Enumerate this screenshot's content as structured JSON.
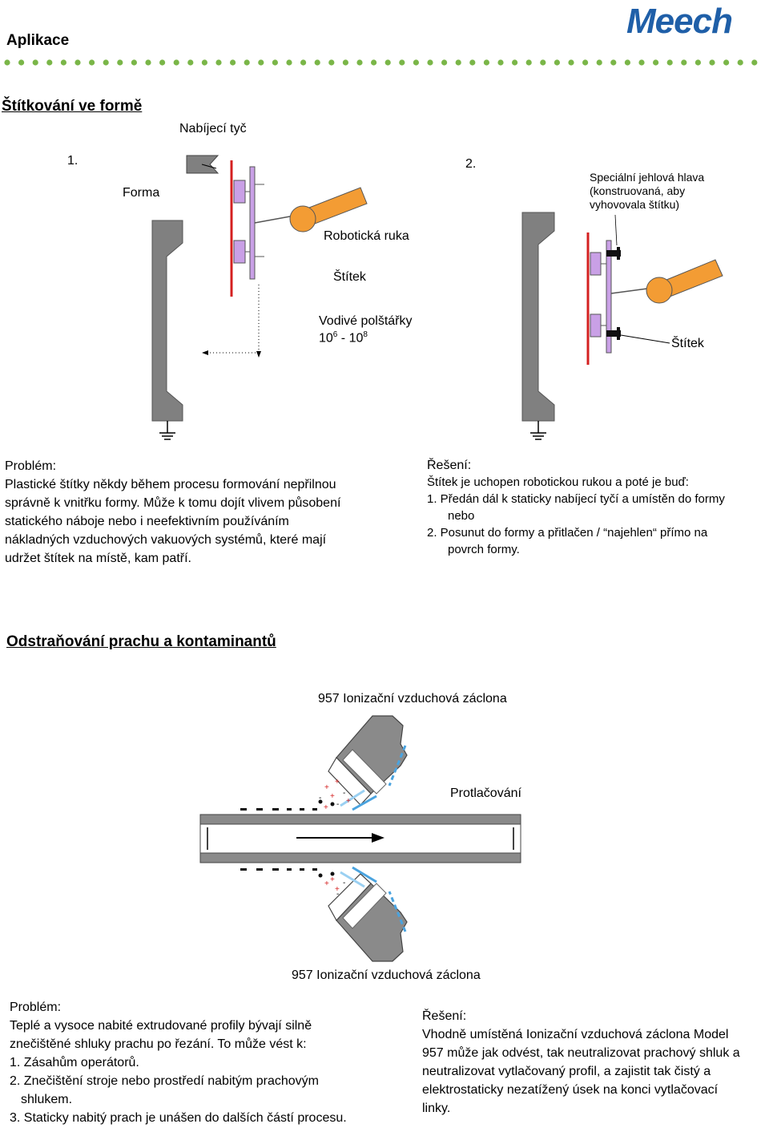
{
  "header": {
    "title": "Aplikace",
    "logo_text": "Meech",
    "accent_color": "#7ab648",
    "brand_color": "#1f5fa8"
  },
  "section1": {
    "title": "Štítkování ve formě",
    "labels": {
      "charging_bar": "Nabíjecí tyč",
      "step1": "1.",
      "step2": "2.",
      "mould": "Forma",
      "needle_head_line1": "Speciální jehlová hlava",
      "needle_head_line2": "(konstruovaná, aby",
      "needle_head_line3": "vyhovovala štítku)",
      "robot_arm": "Robotická ruka",
      "label1": "Štítek",
      "pads": "Vodivé polštářky",
      "pads_range_a": "10",
      "pads_exp_a": "6",
      "pads_sep": " - 10",
      "pads_exp_b": "8",
      "label2": "Štítek"
    },
    "problem": {
      "heading": "Problém:",
      "lines": [
        "Plastické štítky někdy během procesu formování nepřilnou",
        "správně k vnitřku formy. Může k tomu dojít vlivem působení",
        "statického náboje nebo i neefektivním používáním",
        "nákladných vzduchových vakuových systémů, které mají",
        "udržet štítek na místě, kam patří."
      ]
    },
    "solution": {
      "heading": "Řešení:",
      "intro": "Štítek je uchopen robotickou rukou a poté je buď:",
      "item1_a": "1. Předán dál k staticky nabíjecí tyčí a umístěn do formy",
      "item1_b": "nebo",
      "item2_a": "2. Posunut do formy a přitlačen / “najehlen“ přímo na",
      "item2_b": "povrch formy."
    }
  },
  "section2": {
    "title": "Odstraňování prachu a kontaminantů",
    "labels": {
      "curtain_top": "957 Ionizační vzduchová záclona",
      "extrusion": "Protlačování",
      "curtain_bottom": "957 Ionizační vzduchová záclona"
    },
    "problem": {
      "heading": "Problém:",
      "line1": "Teplé a vysoce nabité extrudované profily bývají silně",
      "line2": "znečištěné shluky prachu po řezání. To může vést k:",
      "item1": "1. Zásahům operátorů.",
      "item2_a": "2. Znečištění stroje nebo prostředí nabitým prachovým",
      "item2_b": "shlukem.",
      "item3": "3. Staticky nabitý prach je unášen do dalších částí procesu."
    },
    "solution": {
      "heading": "Řešení:",
      "lines": [
        "Vhodně umístěná Ionizační vzduchová záclona Model",
        "957 může jak odvést, tak neutralizovat prachový shluk a",
        "neutralizovat vytlačovaný profil, a zajistit tak čistý a",
        "elektrostaticky nezatížený úsek na konci vytlačovací",
        "linky."
      ]
    }
  }
}
